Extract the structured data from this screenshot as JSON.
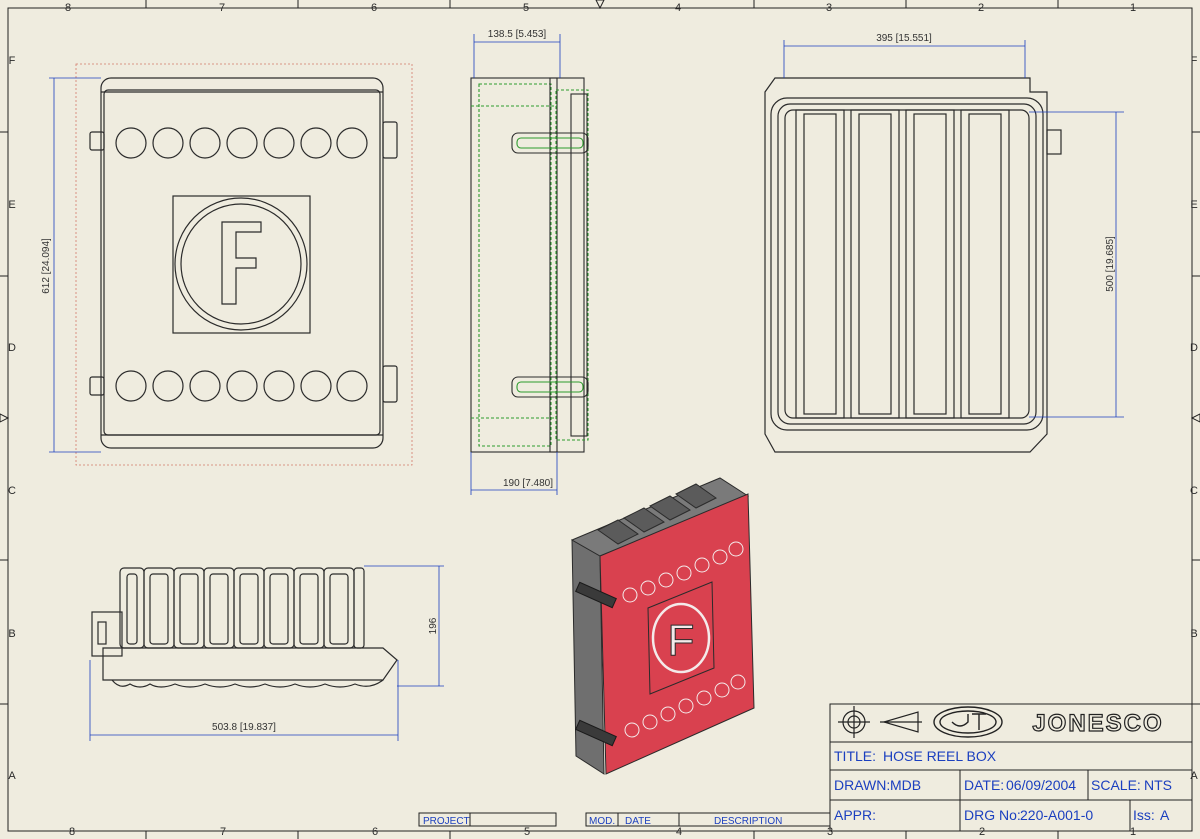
{
  "border": {
    "col_labels": [
      "8",
      "7",
      "6",
      "5",
      "4",
      "3",
      "2",
      "1"
    ],
    "row_labels": [
      "F",
      "E",
      "D",
      "C",
      "B",
      "A"
    ]
  },
  "dimensions": {
    "front_height": "612 [24.094]",
    "side_top_width": "138.5 [5.453]",
    "side_bottom_width": "190 [7.480]",
    "back_width": "395 [15.551]",
    "back_height": "500 [19.685]",
    "top_height": "196",
    "top_width": "503.8 [19.837]"
  },
  "emblem": {
    "letter": "F"
  },
  "colors": {
    "door_red": "#d9414f",
    "body_grey": "#6f6f6f",
    "line": "#2b2b2b",
    "dim_blue": "#1b3fbf",
    "hidden_green": "#2e9b2e"
  },
  "title_block": {
    "company": "JONESCO",
    "title_label": "TITLE:",
    "title_value": "HOSE REEL BOX",
    "drawn_label": "DRAWN:",
    "drawn_value": "MDB",
    "date_label": "DATE:",
    "date_value": "06/09/2004",
    "scale_label": "SCALE:",
    "scale_value": "NTS",
    "appr_label": "APPR:",
    "drg_label": "DRG No:",
    "drg_value": "220-A001-0",
    "iss_label": "Iss:",
    "iss_value": "A"
  },
  "revision_block": {
    "project_label": "PROJECT",
    "mod_label": "MOD.",
    "date_label": "DATE",
    "description_label": "DESCRIPTION"
  }
}
